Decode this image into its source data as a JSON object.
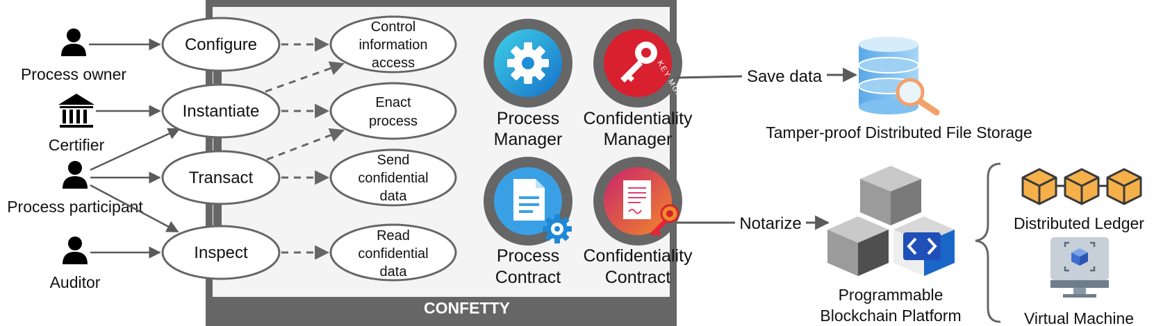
{
  "actors": {
    "process_owner": "Process owner",
    "certifier": "Certifier",
    "process_participant": "Process participant",
    "auditor": "Auditor"
  },
  "use_cases": {
    "configure": "Configure",
    "instantiate": "Instantiate",
    "transact": "Transact",
    "inspect": "Inspect"
  },
  "functions": {
    "control_access": [
      "Control",
      "information",
      "access"
    ],
    "enact_process": [
      "Enact",
      "process"
    ],
    "send_data": [
      "Send",
      "confidential",
      "data"
    ],
    "read_data": [
      "Read",
      "confidential",
      "data"
    ]
  },
  "components": {
    "process_manager": [
      "Process",
      "Manager"
    ],
    "confidentiality_manager": [
      "Confidentiality",
      "Manager"
    ],
    "process_contract": [
      "Process",
      "Contract"
    ],
    "confidentiality_contract": [
      "Confidentiality",
      "Contract"
    ],
    "key_badge": "KEY MGMT"
  },
  "system": {
    "name": "CONFETTY"
  },
  "storage": {
    "edge_label": "Save data",
    "label": "Tamper-proof Distributed File Storage"
  },
  "blockchain": {
    "edge_label": "Notarize",
    "label": [
      "Programmable",
      "Blockchain Platform"
    ],
    "ledger": "Distributed Ledger",
    "vm": "Virtual Machine"
  },
  "colors": {
    "frame": "#666666",
    "panel": "#f4f4f4",
    "ellipse_stroke": "#666666",
    "arrow": "#5a5a5a",
    "gear_circle": "#1e9fd8",
    "key_circle": "#d8202f",
    "doc_circle": "#3aa0e6",
    "contract_circle_from": "#c8246b",
    "contract_circle_to": "#f2882b",
    "ledger_cube": "#f5b04a",
    "db_blue": "#7fc0f0"
  }
}
